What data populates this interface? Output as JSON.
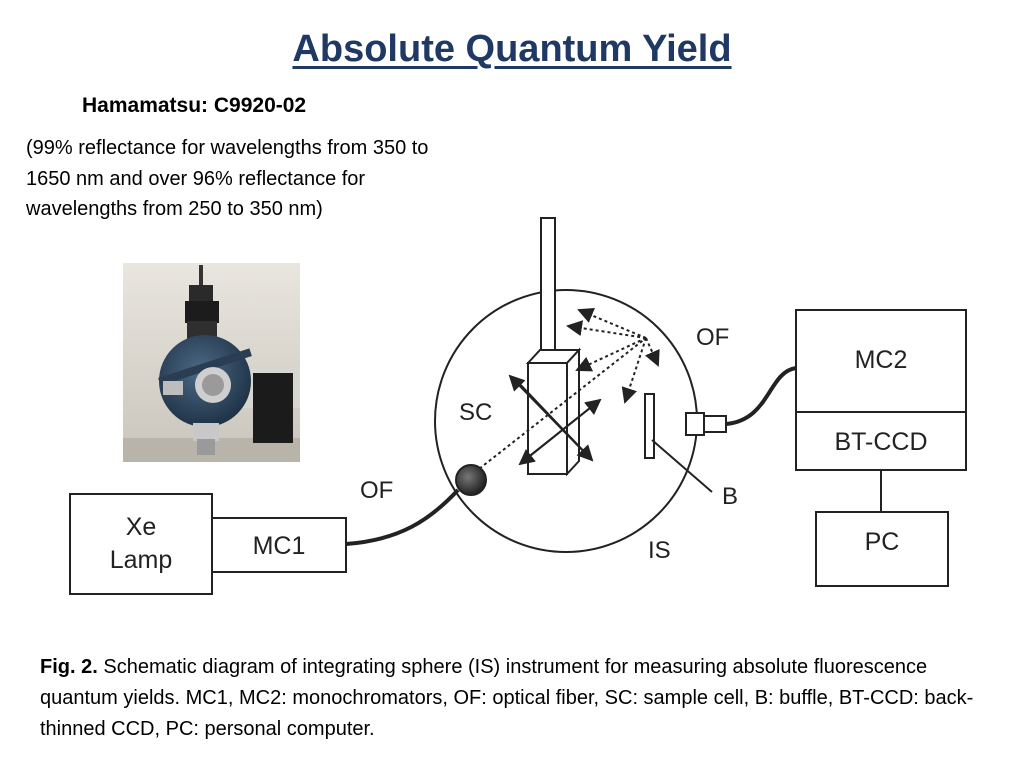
{
  "title": "Absolute Quantum Yield",
  "model": "Hamamatsu: C9920-02",
  "note": " (99% reflectance for wavelengths from 350 to 1650 nm and over 96% reflectance for wavelengths from 250 to 350 nm)",
  "photo": {
    "icon": "integrating-sphere-photo"
  },
  "diagram": {
    "xe_lamp_line1": "Xe",
    "xe_lamp_line2": "Lamp",
    "mc1": "MC1",
    "of_left": "OF",
    "of_right": "OF",
    "sc": "SC",
    "b": "B",
    "is": "IS",
    "mc2": "MC2",
    "bt_ccd": "BT-CCD",
    "pc": "PC"
  },
  "caption": {
    "lead": "Fig. 2.",
    "text": " Schematic diagram of integrating sphere (IS) instrument for measuring absolute fluorescence quantum yields. MC1, MC2: monochromators, OF: optical fiber, SC: sample cell, B: buffle, BT-CCD: back-thinned CCD, PC: personal computer."
  }
}
